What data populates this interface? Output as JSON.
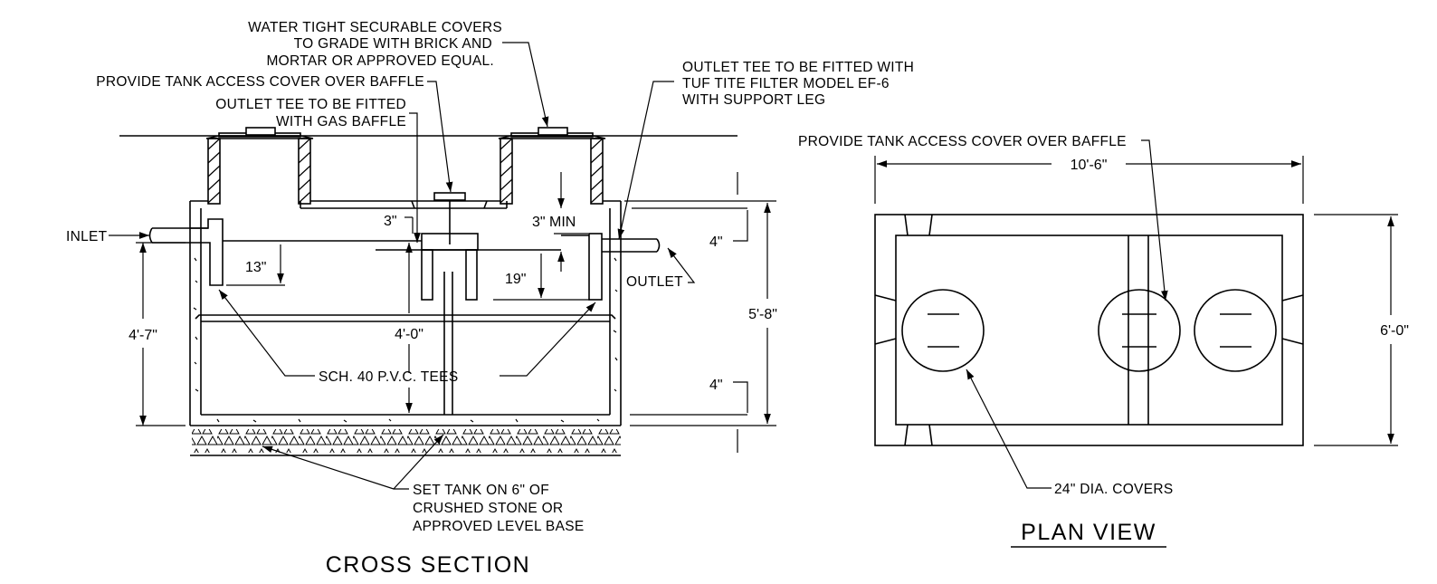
{
  "views": {
    "cross_section_title": "CROSS SECTION",
    "plan_view_title": "PLAN VIEW"
  },
  "notes": {
    "covers": [
      "WATER TIGHT SECURABLE COVERS",
      "TO GRADE WITH BRICK AND",
      "MORTAR OR APPROVED EQUAL."
    ],
    "access_cover": "PROVIDE TANK ACCESS COVER OVER BAFFLE",
    "gas_baffle": [
      "OUTLET TEE TO BE FITTED",
      "WITH GAS BAFFLE"
    ],
    "filter": [
      "OUTLET TEE TO BE FITTED WITH",
      "TUF TITE FILTER MODEL EF-6",
      "WITH SUPPORT LEG"
    ],
    "inlet": "INLET",
    "outlet": "OUTLET",
    "tees": "SCH. 40 P.V.C. TEES",
    "base": [
      "SET TANK ON 6\" OF",
      "CRUSHED STONE OR",
      "APPROVED LEVEL BASE"
    ],
    "plan_access_cover": "PROVIDE TANK ACCESS COVER OVER BAFFLE",
    "plan_covers": "24\" DIA. COVERS"
  },
  "dimensions": {
    "inlet_drop": "13\"",
    "inlet_height": "4'-7\"",
    "baffle_gap": "3\"",
    "outlet_gap_min": "3\" MIN",
    "outlet_tee_depth": "19\"",
    "liquid_depth": "4'-0\"",
    "top_thickness": "4\"",
    "bottom_thickness": "4\"",
    "overall_height": "5'-8\"",
    "plan_length": "10'-6\"",
    "plan_width": "6'-0\""
  }
}
